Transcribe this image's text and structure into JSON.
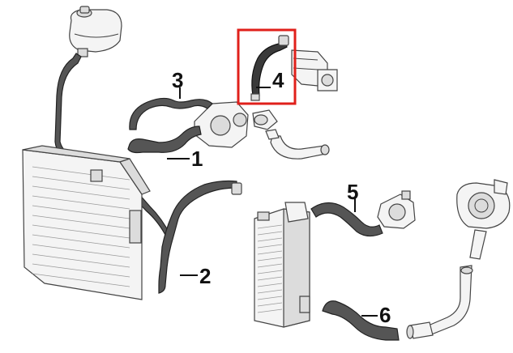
{
  "callouts": [
    {
      "id": "1",
      "label": "1"
    },
    {
      "id": "2",
      "label": "2"
    },
    {
      "id": "3",
      "label": "3"
    },
    {
      "id": "4",
      "label": "4"
    },
    {
      "id": "5",
      "label": "5"
    },
    {
      "id": "6",
      "label": "6"
    }
  ],
  "highlight": {
    "target": "4",
    "color": "#e0201b"
  },
  "colors": {
    "hose": "#555555",
    "line": "#111111",
    "part_fill": "#f4f4f4"
  }
}
